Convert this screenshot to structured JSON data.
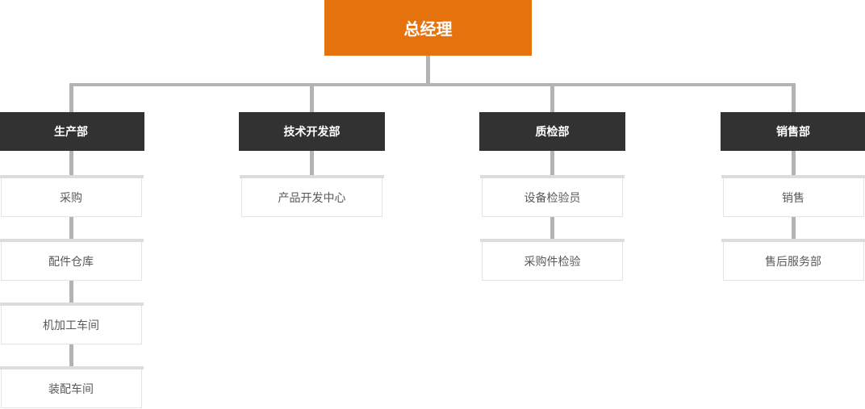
{
  "org_chart": {
    "root": {
      "label": "总经理"
    },
    "departments": [
      {
        "label": "生产部",
        "children": [
          {
            "label": "采购"
          },
          {
            "label": "配件仓库"
          },
          {
            "label": "机加工车间"
          },
          {
            "label": "装配车间"
          }
        ]
      },
      {
        "label": "技术开发部",
        "children": [
          {
            "label": "产品开发中心"
          }
        ]
      },
      {
        "label": "质检部",
        "children": [
          {
            "label": "设备检验员"
          },
          {
            "label": "采购件检验"
          }
        ]
      },
      {
        "label": "销售部",
        "children": [
          {
            "label": "销售"
          },
          {
            "label": "售后服务部"
          }
        ]
      }
    ]
  },
  "colors": {
    "page_bg": "#ffffff",
    "root_bg": "#e5720c",
    "root_text": "#ffffff",
    "dept_bg": "#323232",
    "dept_text": "#ffffff",
    "connector": "#b3b3b3",
    "child_bg": "#ffffff",
    "child_border": "#e4e4e4",
    "child_topbar": "#dcdcdc",
    "child_text": "#595959"
  }
}
